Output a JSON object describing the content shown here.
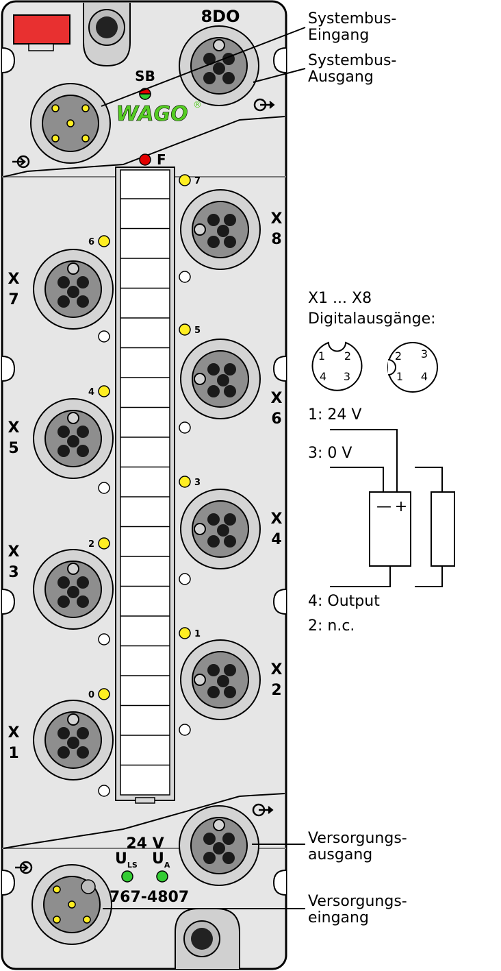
{
  "module": {
    "title": "8DO",
    "bus_led_label": "SB",
    "brand": "WAGO",
    "brand_mark": "®",
    "fault_led_label": "F",
    "article_number": "767-4807",
    "voltage": "24 V",
    "uls": {
      "main": "U",
      "sub": "LS"
    },
    "ua": {
      "main": "U",
      "sub": "A"
    }
  },
  "ports": [
    {
      "l1": "X",
      "l2": "8"
    },
    {
      "l1": "X",
      "l2": "7"
    },
    {
      "l1": "X",
      "l2": "6"
    },
    {
      "l1": "X",
      "l2": "5"
    },
    {
      "l1": "X",
      "l2": "4"
    },
    {
      "l1": "X",
      "l2": "3"
    },
    {
      "l1": "X",
      "l2": "2"
    },
    {
      "l1": "X",
      "l2": "1"
    }
  ],
  "leds": [
    "7",
    "6",
    "5",
    "4",
    "3",
    "2",
    "1",
    "0"
  ],
  "callouts": {
    "systembus_in": [
      "Systembus-",
      "Eingang"
    ],
    "systembus_out": [
      "Systembus-",
      "Ausgang"
    ],
    "supply_out": [
      "Versorgungs-",
      "ausgang"
    ],
    "supply_in": [
      "Versorgungs-",
      "eingang"
    ]
  },
  "pinout": {
    "title1": "X1 ... X8",
    "title2": "Digitalausgänge:",
    "left_pins": [
      "1",
      "2",
      "4",
      "3"
    ],
    "right_pins": [
      "2",
      "3",
      "1",
      "4"
    ],
    "pin1": "1: 24 V",
    "pin3": "3: 0 V",
    "pin4": "4: Output",
    "pin2": "2: n.c.",
    "minus": "—",
    "plus": "+"
  },
  "colors": {
    "housing": "#e6e6e6",
    "connector_ring": "#cfcfcf",
    "connector_face": "#8c8c8c",
    "led_yellow": "#ffee22",
    "led_red": "#e30000",
    "led_green": "#33cc33",
    "brand_green": "#55cc22",
    "latch_red": "#e83030"
  }
}
